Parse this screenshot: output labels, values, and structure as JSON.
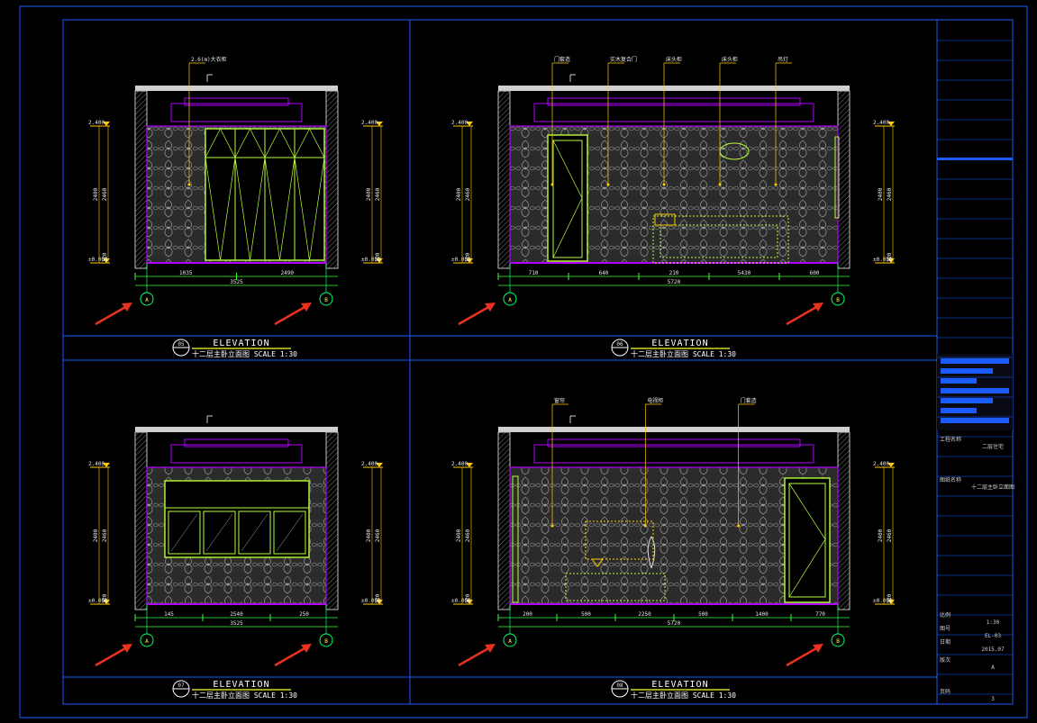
{
  "colors": {
    "frame": "#1a5cff",
    "wall": "#c0c0c0",
    "ceiling": "#b200ff",
    "wallpaper": "#3a3a3a",
    "cabinet": "#b8ff3a",
    "leader": "#ffcc00",
    "dimension": "#3cff3c",
    "arrow": "#e8321e",
    "axis_bubble": "#00ff66"
  },
  "panels": [
    {
      "id": "p05",
      "number": "05",
      "title": "ELEVATION",
      "subtitle": "十二层主卧立面图 SCALE 1:30",
      "grid_left": "A",
      "grid_right": "B",
      "dims_bottom": [
        "1035",
        "2490",
        "3525"
      ],
      "level_top": "2.400",
      "level_bottom": "±0.000",
      "dims_side": [
        "2400",
        "2460",
        "120"
      ],
      "notes": [
        "2.6(m)大衣柜"
      ]
    },
    {
      "id": "p06",
      "number": "06",
      "title": "ELEVATION",
      "subtitle": "十二层主卧立面图 SCALE 1:30",
      "grid_left": "A",
      "grid_right": "B",
      "dims_bottom": [
        "710",
        "640",
        "210",
        "5430",
        "600",
        "5720"
      ],
      "level_top": "2.400",
      "level_bottom": "±0.000",
      "dims_side": [
        "2400",
        "2460",
        "120"
      ],
      "notes": [
        "门套造",
        "实木复合门",
        "床头柜",
        "床头柜",
        "吊灯"
      ]
    },
    {
      "id": "p07",
      "number": "07",
      "title": "ELEVATION",
      "subtitle": "十二层主卧立面图 SCALE 1:30",
      "grid_left": "A",
      "grid_right": "B",
      "dims_bottom": [
        "145",
        "2540",
        "250",
        "3525"
      ],
      "level_top": "2.400",
      "level_bottom": "±0.000",
      "dims_side": [
        "2400",
        "2460",
        "120"
      ],
      "notes": []
    },
    {
      "id": "p08",
      "number": "08",
      "title": "ELEVATION",
      "subtitle": "十二层主卧立面图 SCALE 1:30",
      "grid_left": "A",
      "grid_right": "B",
      "dims_bottom": [
        "200",
        "500",
        "2250",
        "500",
        "1400",
        "770",
        "5720"
      ],
      "level_top": "2.400",
      "level_bottom": "±0.000",
      "dims_side": [
        "2400",
        "2460",
        "120"
      ],
      "notes": [
        "窗帘",
        "电视柜",
        "门套造"
      ]
    }
  ],
  "title_block": {
    "rows": [
      {
        "label": "工程名称",
        "value": "二层住宅"
      },
      {
        "label": "图纸名称",
        "value": "十二层主卧立面图"
      },
      {
        "label": "比例",
        "value": "1:30"
      },
      {
        "label": "图号",
        "value": "EL-03"
      },
      {
        "label": "日期",
        "value": "2015.07"
      },
      {
        "label": "版次",
        "value": "A"
      },
      {
        "label": "页码",
        "value": "3"
      }
    ],
    "scale": "1:30",
    "sheet_no": "EL-03",
    "date": "2015.07",
    "page": "3",
    "project_label": "工程名称",
    "project_value": "二层住宅",
    "drawing_label": "图纸名称",
    "drawing_value": "十二层主卧立面图"
  }
}
